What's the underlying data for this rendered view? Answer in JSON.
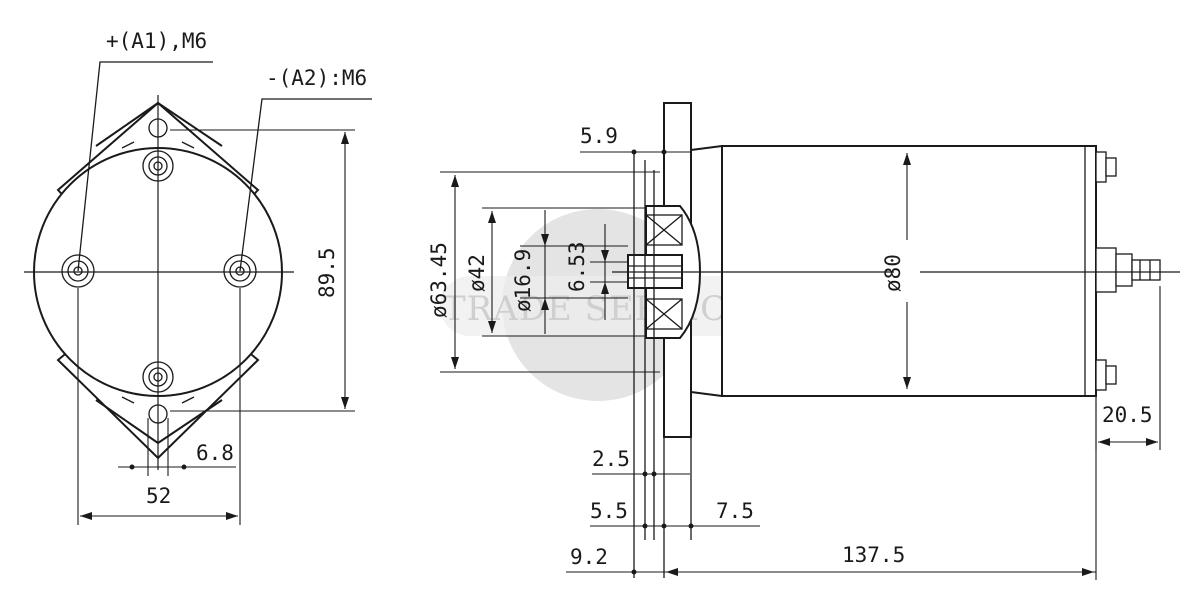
{
  "labels": {
    "terminal_a1": "+(A1),M6",
    "terminal_a2": "-(A2):M6",
    "height_89_5": "89.5",
    "width_52": "52",
    "hole_6_8": "6.8",
    "dim_5_9": "5.9",
    "dia_63_45": "ø63.45",
    "dia_42": "ø42",
    "dia_16_9": "ø16.9",
    "dim_6_53": "6.53",
    "dia_80": "ø80",
    "dim_20_5": "20.5",
    "dim_2_5": "2.5",
    "dim_5_5": "5.5",
    "dim_7_5": "7.5",
    "dim_9_2": "9.2",
    "length_137_5": "137.5"
  },
  "watermark": "TRADE SERVICE",
  "colors": {
    "line": "#1a1a1a",
    "watermark": "#cfcfcf"
  }
}
